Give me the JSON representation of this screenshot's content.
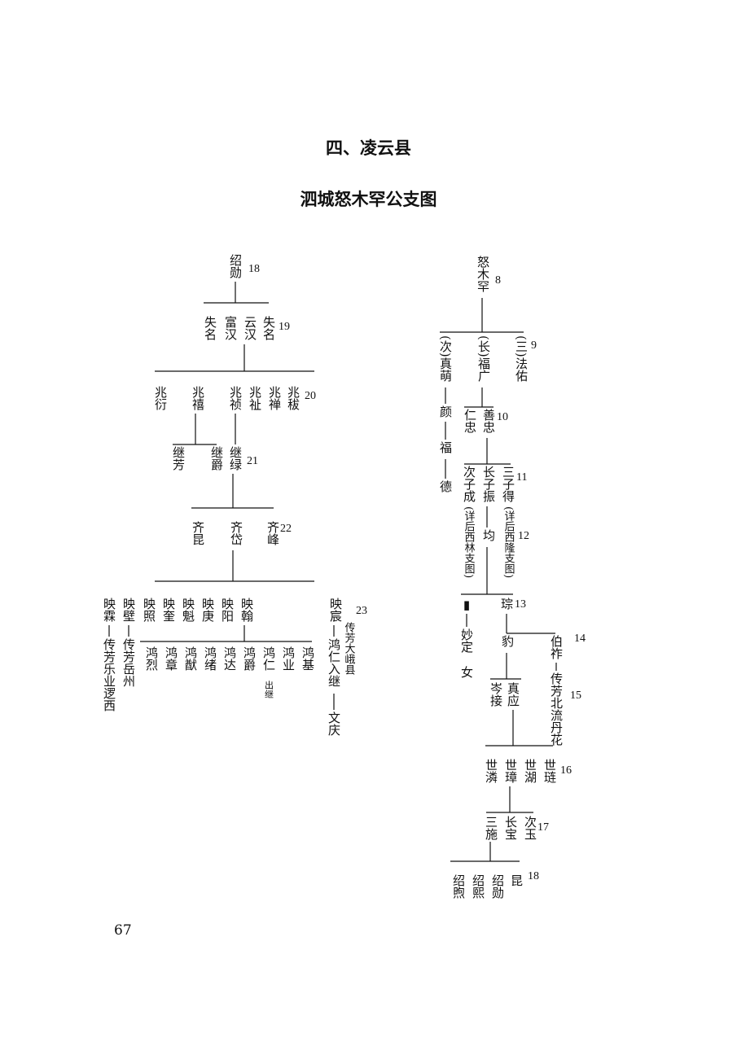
{
  "page": {
    "title": "四、凌云县",
    "subtitle": "泗城怒木罕公支图",
    "page_number": "67"
  },
  "generations": {
    "g18a": "18",
    "g19": "19",
    "g20": "20",
    "g21": "21",
    "g22": "22",
    "g23": "23",
    "g8": "8",
    "g9": "9",
    "g10": "10",
    "g11": "11",
    "g12": "12",
    "g13": "13",
    "g14": "14",
    "g15": "15",
    "g16": "16",
    "g17": "17",
    "g18b": "18"
  },
  "left_tree": {
    "root": "绍勋",
    "gen19": [
      "失名",
      "富汉",
      "云汉",
      "失名"
    ],
    "gen20": [
      "兆衍",
      "兆禧",
      "兆祯",
      "兆祉",
      "兆禅",
      "兆秡"
    ],
    "gen21": [
      "继芳",
      "继爵",
      "继绿"
    ],
    "gen22": [
      "齐昆",
      "齐岱",
      "齐峰"
    ],
    "gen23": [
      "映霖",
      "映壁",
      "映照",
      "映奎",
      "映魁",
      "映庚",
      "映阳",
      "映翰",
      "映宸"
    ],
    "bi_note": "传芳岳州",
    "lin_note": "传芳乐业逻西",
    "gen24": [
      "鸿烈",
      "鸿章",
      "鸿猷",
      "鸿绪",
      "鸿达",
      "鸿爵",
      "鸿仁",
      "鸿业",
      "鸿基"
    ],
    "ren_note": "出继",
    "chen_note": "传芳大峨县",
    "chen_son": "鸿仁入继",
    "chen_grandson": "文庆"
  },
  "right_tree": {
    "root": "怒木罕",
    "gen9": [
      "(次)真萌",
      "(长)福广",
      "(三)法佑"
    ],
    "zhen_line": [
      "颜",
      "福",
      "德"
    ],
    "gen10": [
      "仁忠",
      "善忠"
    ],
    "gen11": [
      "次子成",
      "长子振",
      "三子得"
    ],
    "cheng_note": "(详后西林支图)",
    "de_note": "(详后西隆支图)",
    "zhen_son": "均",
    "gen13": [
      "▮",
      "琮"
    ],
    "miao": "妙定",
    "miao_note": "女",
    "gen14": [
      "豹",
      "伯祚"
    ],
    "zuo_note": "传芳北流丹花",
    "gen15": [
      "岑接",
      "真应"
    ],
    "gen16": [
      "世潾",
      "世璋",
      "世湖",
      "世琏"
    ],
    "gen17": [
      "三施",
      "长宝",
      "次玉"
    ],
    "gen18": [
      "绍煦",
      "绍熙",
      "绍勋",
      "昆"
    ]
  }
}
